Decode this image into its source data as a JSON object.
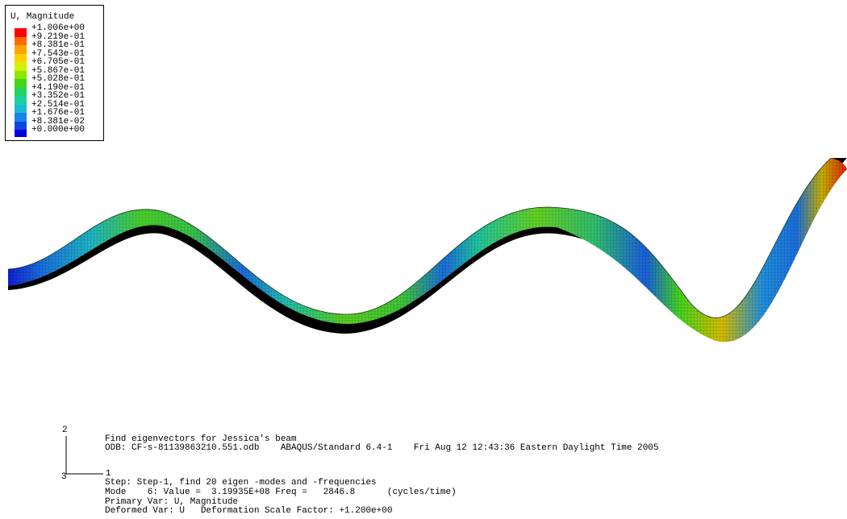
{
  "legend": {
    "title": "U, Magnitude",
    "labels": [
      "+1.006e+00",
      "+9.219e-01",
      "+8.381e-01",
      "+7.543e-01",
      "+6.705e-01",
      "+5.867e-01",
      "+5.028e-01",
      "+4.190e-01",
      "+3.352e-01",
      "+2.514e-01",
      "+1.676e-01",
      "+8.381e-02",
      "+0.000e+00"
    ],
    "colors": [
      "#ff0000",
      "#ff6a00",
      "#ffa500",
      "#ffd000",
      "#d4f000",
      "#8ce600",
      "#44d61a",
      "#22d262",
      "#1fcf9e",
      "#1fb8d6",
      "#1a85e6",
      "#1045e0",
      "#0000dd"
    ]
  },
  "triad": {
    "axis_y": "2",
    "axis_x": "1",
    "axis_z": "3"
  },
  "info": {
    "title_line": "Find eigenvectors for Jessica's beam",
    "odb_line": "ODB: CF-s-81139863210.551.odb    ABAQUS/Standard 6.4-1    Fri Aug 12 12:43:36 Eastern Daylight Time 2005",
    "step_line": "Step: Step-1, find 20 eigen -modes and -frequencies",
    "mode_line": "Mode    6: Value =  3.19935E+08 Freq =   2846.8      (cycles/time)",
    "primary_line": "Primary Var: U, Magnitude",
    "deformed_line": "Deformed Var: U   Deformation Scale Factor: +1.200e+00"
  }
}
